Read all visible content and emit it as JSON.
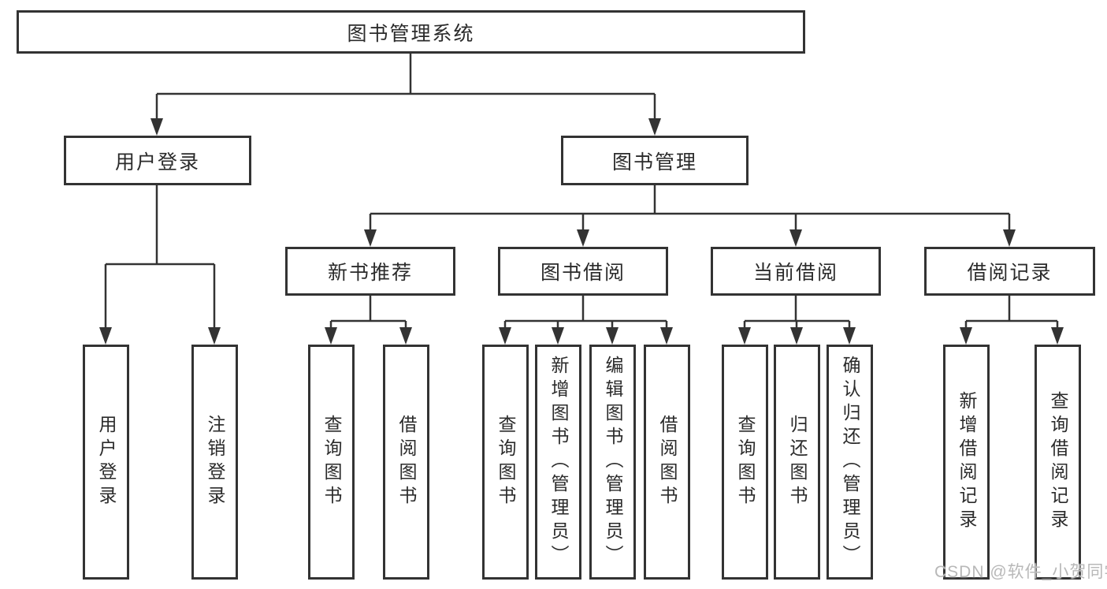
{
  "page": {
    "background": "#ffffff",
    "line_color": "#333333",
    "text_color": "#2b2b2b",
    "watermark_color": "#b8b8b8"
  },
  "diagram": {
    "root": {
      "label": "图书管理系统"
    },
    "branches": [
      {
        "label": "用户登录",
        "leaves": [
          {
            "label": "用户登录"
          },
          {
            "label": "注销登录"
          }
        ]
      },
      {
        "label": "图书管理",
        "sections": [
          {
            "label": "新书推荐",
            "leaves": [
              {
                "label": "查询图书"
              },
              {
                "label": "借阅图书"
              }
            ]
          },
          {
            "label": "图书借阅",
            "leaves": [
              {
                "label": "查询图书"
              },
              {
                "label": "新增图书（管理员）"
              },
              {
                "label": "编辑图书（管理员）"
              },
              {
                "label": "借阅图书"
              }
            ]
          },
          {
            "label": "当前借阅",
            "leaves": [
              {
                "label": "查询图书"
              },
              {
                "label": "归还图书"
              },
              {
                "label": "确认归还（管理员）"
              }
            ]
          },
          {
            "label": "借阅记录",
            "leaves": [
              {
                "label": "新增借阅记录"
              },
              {
                "label": "查询借阅记录"
              }
            ]
          }
        ]
      }
    ]
  },
  "watermark": {
    "text": "CSDN @软件_小贺同学"
  }
}
